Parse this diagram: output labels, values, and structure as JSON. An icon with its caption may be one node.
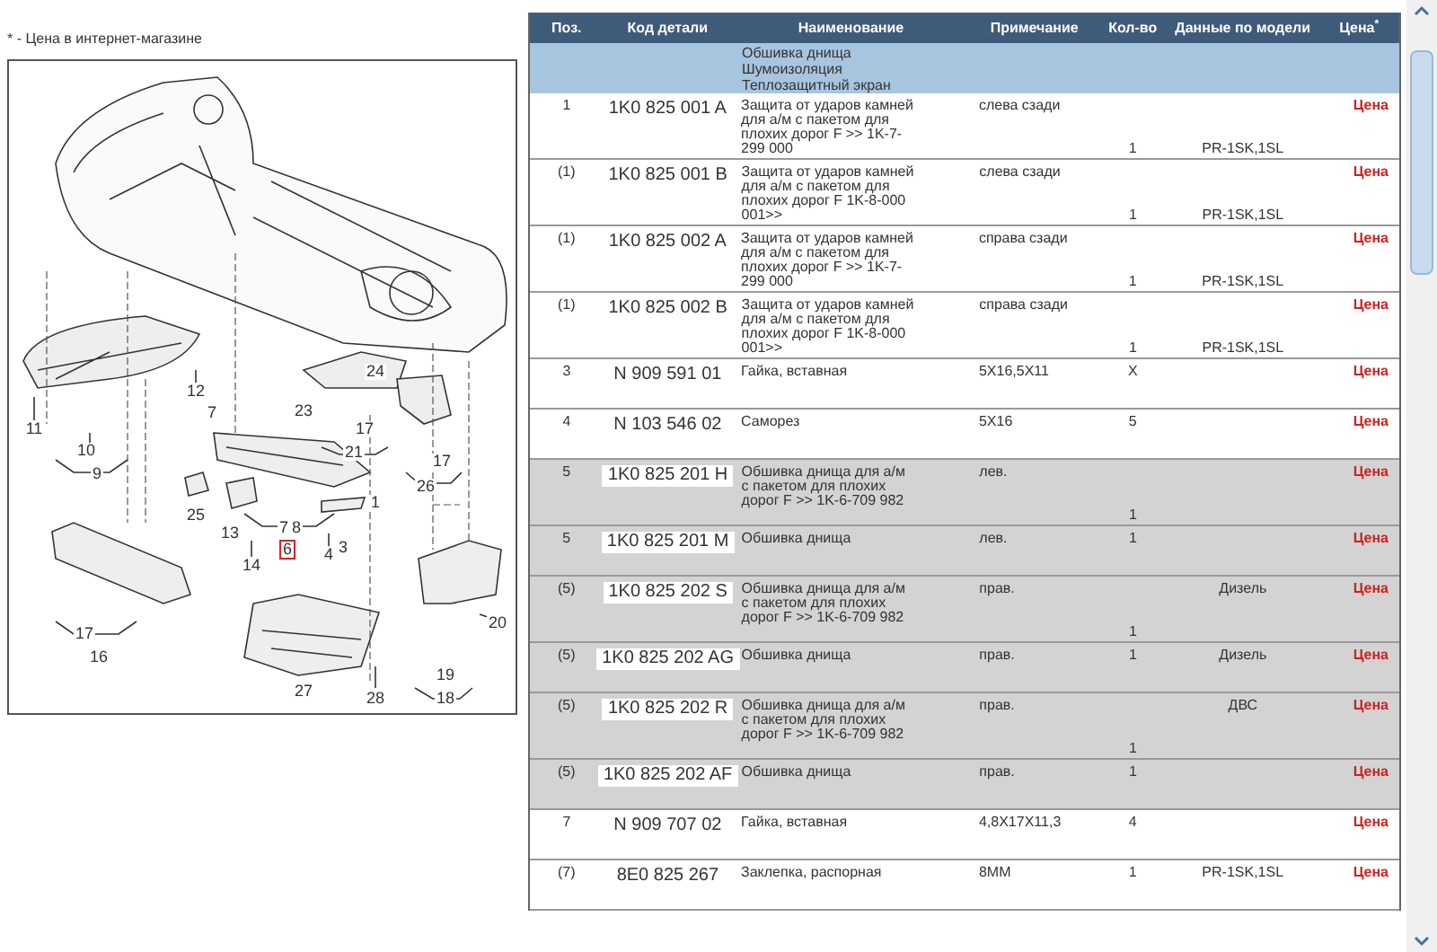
{
  "diagram": {
    "labels": [
      "* - Цена в интернет-магазине",
      "24",
      "12",
      "7",
      "23",
      "11",
      "17",
      "10",
      "21",
      "17",
      "9",
      "26",
      "1",
      "25",
      "7",
      "8",
      "13",
      "6",
      "4",
      "3",
      "14",
      "20",
      "17",
      "16",
      "19",
      "27",
      "28",
      "18",
      "Поз.",
      "Код детали",
      "Наименование",
      "Примечание",
      "Кол-во",
      "Данные по модели",
      "Цена$^{*}$",
      "Обшивка днища",
      "Шумоизоляция",
      "Теплозащитный экран",
      "1",
      "1K0 825 001 A",
      "Защита от ударов камней для а/м с пакетом для плохих дорог F >> 1K-7-299 000",
      "слева сзади",
      "1",
      "PR-1SK,1SL",
      "Цена",
      "(1)",
      "1K0 825 001 B",
      "Защита от ударов камней для а/м с пакетом для плохих дорог F 1K-8-000 001>>",
      "слева сзади",
      "1",
      "PR-1SK,1SL",
      "Цена",
      "(1)",
      "1K0 825 002 A",
      "Защита от ударов камней для а/м с пакетом для плохих дорог F >> 1K-7-299 000",
      "справа сзади",
      "1",
      "PR-1SK,1SL",
      "Цена",
      "(1)",
      "1K0 825 002 B",
      "Защита от ударов камней для а/м с пакетом для плохих дорог F 1K-8-000 001>>",
      "справа сзади",
      "1",
      "PR-1SK,1SL",
      "Цена",
      "3",
      "N  909 591 01",
      "Гайка, вставная",
      "5X16,5X11",
      "X",
      "Цена",
      "4",
      "N  103 546 02",
      "Саморез",
      "5X16",
      "5",
      "Цена",
      "5",
      "1K0 825 201 H",
      "Обшивка днища для а/м с пакетом для плохих дорог F >> 1K-6-709 982",
      "лев.",
      "1",
      "Цена",
      "5",
      "1K0 825 201 M",
      "Обшивка днища",
      "лев.",
      "1",
      "Цена",
      "(5)",
      "1K0 825 202 S",
      "Обшивка днища для а/м с пакетом для плохих дорог F >> 1K-6-709 982",
      "прав.",
      "1",
      "Дизель",
      "Цена",
      "(5)",
      "1K0 825 202 AG",
      "Обшивка днища",
      "прав.",
      "1",
      "Дизель",
      "Цена",
      "(5)",
      "1K0 825 202 R",
      "Обшивка днища для а/м с пакетом для плохих дорог F >> 1K-6-709 982",
      "прав.",
      "1",
      "ДВС",
      "Цена",
      "(5)",
      "1K0 825 202 AF",
      "Обшивка днища",
      "прав.",
      "1",
      "Цена",
      "7",
      "N  909 707 02",
      "Гайка, вставная",
      "4,8X17X11,3",
      "4",
      "Цена",
      "(7)",
      "8E0 825 267",
      "Заклепка, распорная",
      "8MM",
      "1",
      "PR-1SK,1SL",
      "Цена"
    ]
  }
}
